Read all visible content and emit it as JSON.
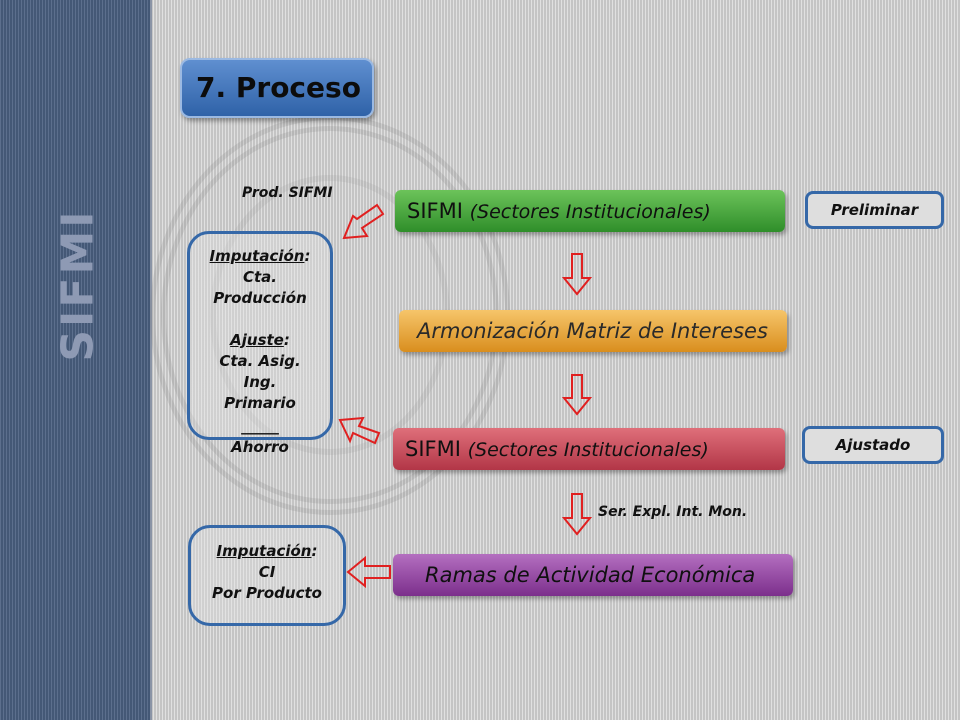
{
  "sidebar": {
    "vertical_title": "SIFMI"
  },
  "title": "7. Proceso",
  "flow": {
    "step1": {
      "main": "SIFMI",
      "sub": "(Sectores Institucionales)"
    },
    "step2": {
      "label": "Armonización Matriz de Intereses"
    },
    "step3": {
      "main": "SIFMI",
      "sub": "(Sectores Institucionales)"
    },
    "step4": {
      "label": "Ramas de Actividad Económica"
    }
  },
  "tags": {
    "preliminar": "Preliminar",
    "ajustado": "Ajustado"
  },
  "labels": {
    "prod_sifmi": "Prod.  SIFMI",
    "ser_expl": "Ser. Expl. Int. Mon."
  },
  "panel_top": {
    "imputacion": "Imputación",
    "imp_colon": ":",
    "line1": "Cta.",
    "line2": "Producción",
    "ajuste": "Ajuste",
    "aj_colon": ":",
    "line3": "Cta. Asig.",
    "line4": "Ing.",
    "line5": "Primario",
    "rule": "_____",
    "ahorro": "Ahorro"
  },
  "panel_bottom": {
    "imputacion": "Imputación",
    "imp_colon": ":",
    "line1": "CI",
    "line2": "Por  Producto"
  },
  "colors": {
    "sidebar": "#4a5f80",
    "title": "#3a6fb8",
    "green": "#3f9a36",
    "orange": "#e8a63c",
    "red": "#c54858",
    "purple": "#8f3fa0",
    "arrow": "#e02020",
    "panel_border": "#3568a8"
  }
}
